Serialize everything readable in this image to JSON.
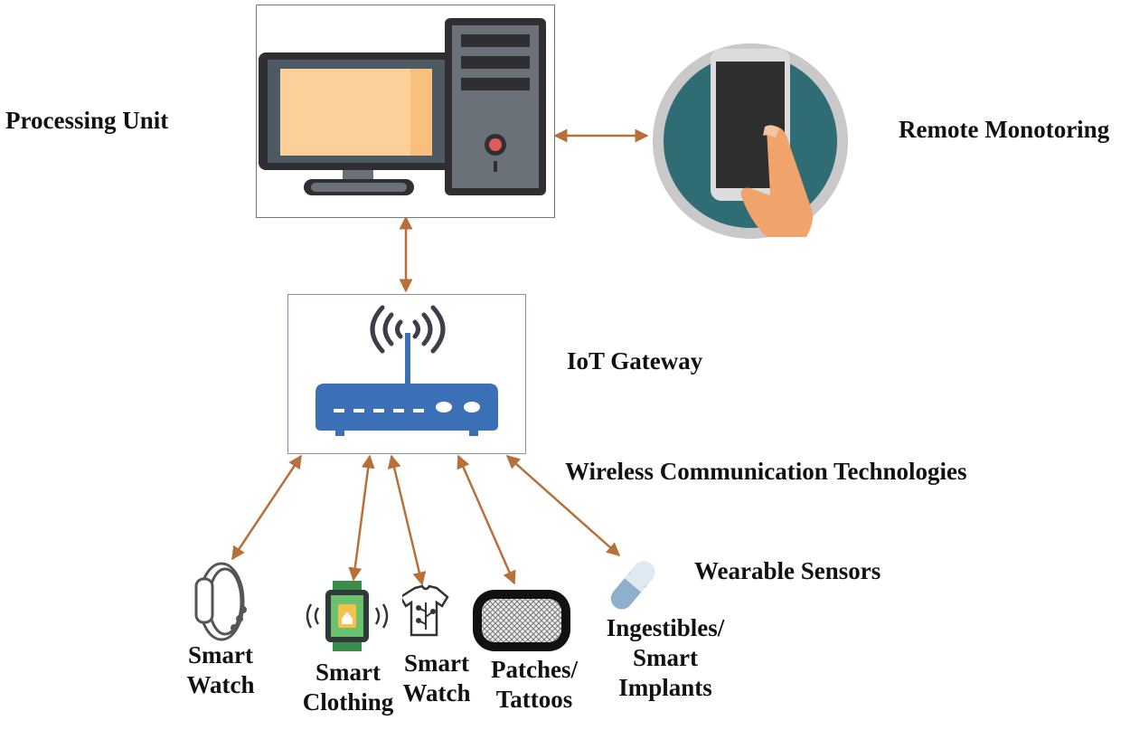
{
  "nodes": {
    "processing_unit": {
      "label": "Processing Unit",
      "icon": "desktop-computer-icon"
    },
    "remote_monitoring": {
      "label": "Remote Monotoring",
      "icon": "smartphone-in-hand-icon"
    },
    "iot_gateway": {
      "label": "IoT Gateway",
      "icon": "wifi-router-icon"
    },
    "wireless": {
      "label": "Wireless Communication Technologies"
    },
    "wearable": {
      "label": "Wearable Sensors"
    }
  },
  "devices": [
    {
      "line1": "Smart",
      "line2": "Watch",
      "icon": "fitness-band-icon"
    },
    {
      "line1": "Smart",
      "line2": "Clothing",
      "icon": "smartwatch-icon"
    },
    {
      "line1": "Smart",
      "line2": "Watch",
      "icon": "smart-shirt-icon"
    },
    {
      "line1": "Patches/",
      "line2": "Tattoos",
      "icon": "patch-icon"
    },
    {
      "line1": "Ingestibles/",
      "line2": "Smart",
      "line3": "Implants",
      "icon": "capsule-icon"
    }
  ],
  "colors": {
    "arrow": "#b8703a",
    "router": "#3b6fb6",
    "monitor_screen": "#fbd199",
    "phone_circle": "#2f6c73"
  }
}
